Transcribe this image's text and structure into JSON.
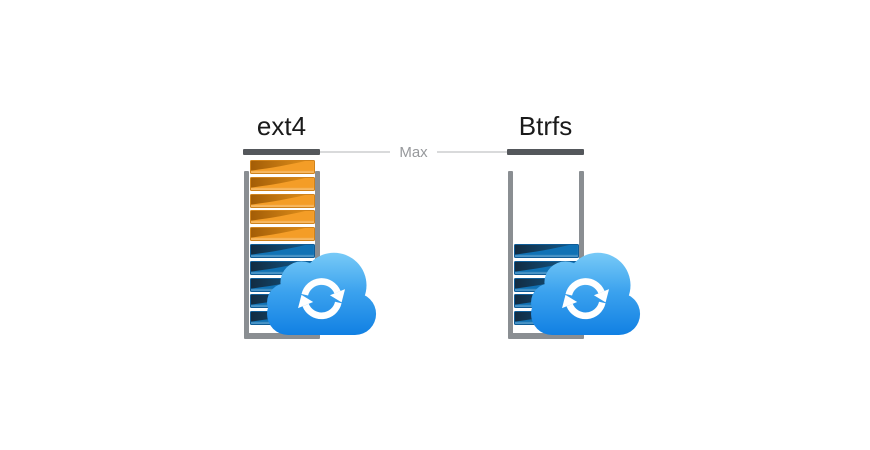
{
  "diagram": {
    "max_label": "Max",
    "capacity_rows": 10,
    "columns": [
      {
        "id": "ext4",
        "title": "ext4",
        "orange_blocks": 5,
        "blue_blocks": 5,
        "cloud_icon": "cloud-sync-icon"
      },
      {
        "id": "btrfs",
        "title": "Btrfs",
        "orange_blocks": 0,
        "blue_blocks": 5,
        "cloud_icon": "cloud-sync-icon"
      }
    ],
    "colors": {
      "background": "#ffffff",
      "title_text": "#1a1a1a",
      "max_bar": "#54575b",
      "max_text": "#97999c",
      "connector_line": "#d9dadb",
      "wall": "#8a8e92",
      "orange_block": "#f49d27",
      "orange_block_border": "#d0821a",
      "orange_swoosh_dark": "#a35d06",
      "orange_swoosh_light": "#dc8c1a",
      "blue_block": "#1072b5",
      "blue_block_border": "#0e5c97",
      "blue_swoosh_dark": "#122c42",
      "blue_swoosh_light": "#135685",
      "cloud_top": "#7ecef8",
      "cloud_mid": "#3ba2ee",
      "cloud_bottom": "#1180e3",
      "sync_arrows": "#ffffff"
    }
  }
}
